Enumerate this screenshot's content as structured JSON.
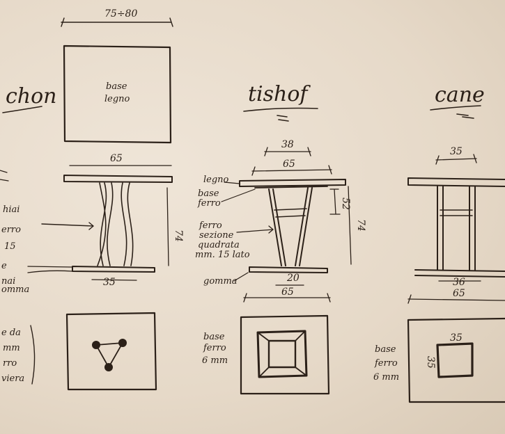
{
  "designs": {
    "left": {
      "title": "chon",
      "top_width": "75÷80",
      "top_note": [
        "base",
        "legno"
      ],
      "elev_width": "65",
      "elev_base": "35",
      "height": "74",
      "notes_mid": [
        "hiai",
        "erro",
        "15"
      ],
      "notes_low": [
        "e",
        "nai",
        "omma"
      ],
      "plan_note": [
        "e da",
        "mm",
        "rro",
        "viera"
      ]
    },
    "middle": {
      "title": "tishof",
      "dim_38": "38",
      "dim_65": "65",
      "lab_legno": "legno",
      "lab_base": [
        "base",
        "ferro"
      ],
      "dim_52": "52",
      "height": "74",
      "lab_ferro": [
        "ferro",
        "sezione",
        "quadrata",
        "mm. 15 lato"
      ],
      "lab_gomma": "gomma",
      "dim_20": "20",
      "dim_65b": "65",
      "plan_note": [
        "base",
        "ferro",
        "6 mm"
      ]
    },
    "right": {
      "title": "cane",
      "dim_35": "35",
      "dim_36": "36",
      "dim_65": "65",
      "plan_note": [
        "base",
        "ferro",
        "6 mm"
      ],
      "plan_35a": "35",
      "plan_35b": "35"
    }
  }
}
